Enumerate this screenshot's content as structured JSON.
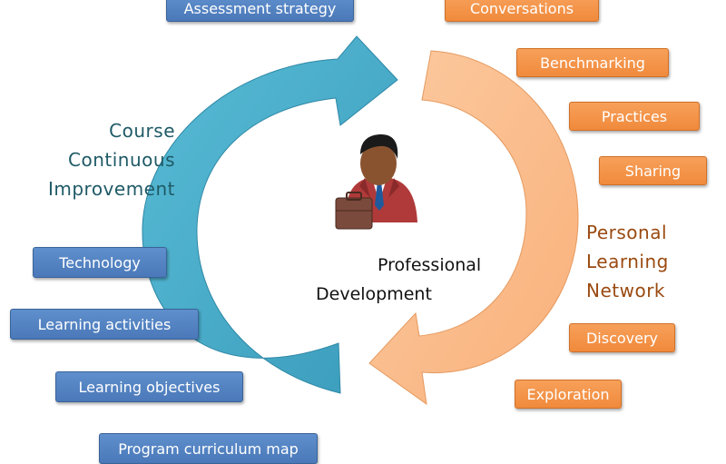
{
  "center": {
    "line1": "Professional",
    "line2": "Development"
  },
  "left_cycle": {
    "line1": "Course",
    "line2": "Continuous",
    "line3": "Improvement"
  },
  "right_cycle": {
    "line1": "Personal",
    "line2": "Learning",
    "line3": "Network"
  },
  "left_boxes": [
    "Assessment strategy",
    "Technology",
    "Learning activities",
    "Learning objectives",
    "Program curriculum map"
  ],
  "right_boxes": [
    "Conversations",
    "Benchmarking",
    "Practices",
    "Sharing",
    "Discovery",
    "Exploration"
  ],
  "colors": {
    "left_arrow": "#4aaecb",
    "right_arrow": "#fbbf8f",
    "blue_box": "#4a78b8",
    "orange_box": "#f08a3c"
  }
}
